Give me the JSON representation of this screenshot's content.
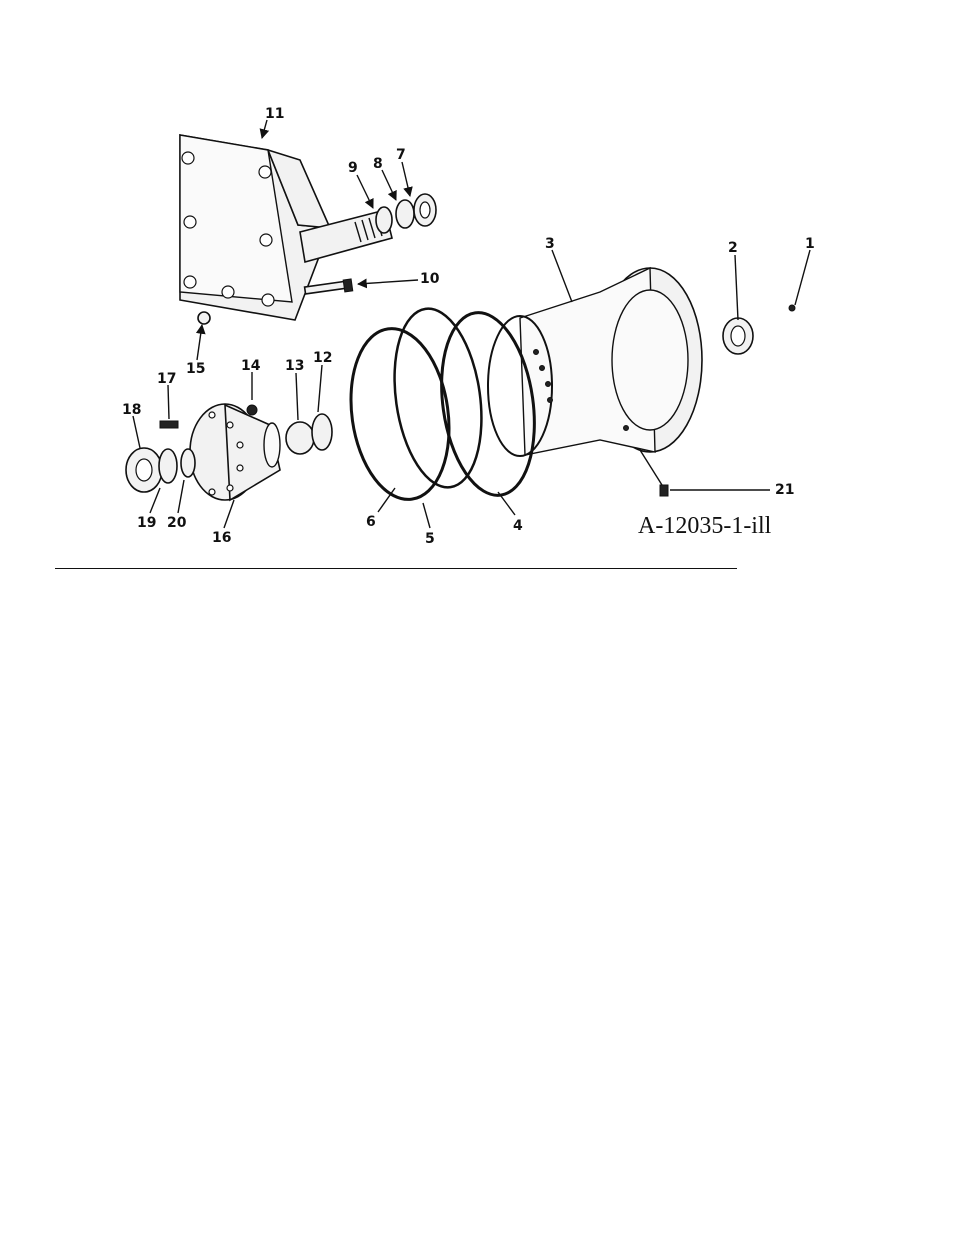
{
  "figure_id": "A-12035-1-ill",
  "callouts": [
    "1",
    "2",
    "3",
    "4",
    "5",
    "6",
    "7",
    "8",
    "9",
    "10",
    "11",
    "12",
    "13",
    "14",
    "15",
    "16",
    "17",
    "18",
    "19",
    "20",
    "21"
  ]
}
